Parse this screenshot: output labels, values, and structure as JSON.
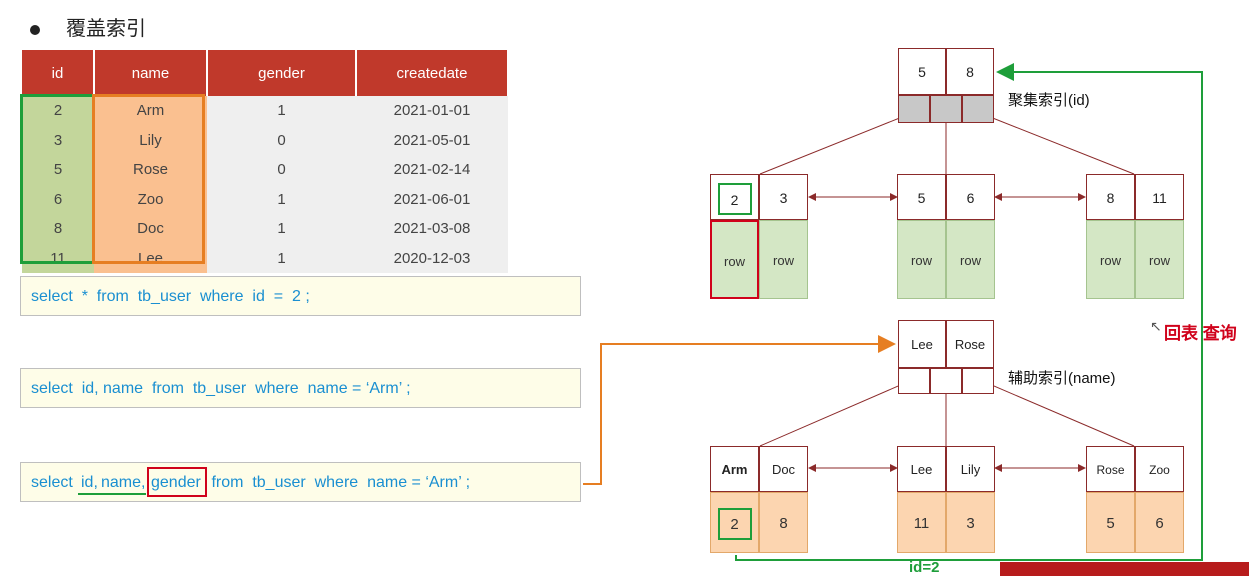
{
  "title": "覆盖索引",
  "table": {
    "headers": [
      "id",
      "name",
      "gender",
      "createdate"
    ],
    "rows": [
      [
        "2",
        "Arm",
        "1",
        "2021-01-01"
      ],
      [
        "3",
        "Lily",
        "0",
        "2021-05-01"
      ],
      [
        "5",
        "Rose",
        "0",
        "2021-02-14"
      ],
      [
        "6",
        "Zoo",
        "1",
        "2021-06-01"
      ],
      [
        "8",
        "Doc",
        "1",
        "2021-03-08"
      ],
      [
        "11",
        "Lee",
        "1",
        "2020-12-03"
      ]
    ]
  },
  "sql": {
    "q1": "select  *  from  tb_user  where  id  =  2 ;",
    "q2": "select  id, name  from  tb_user  where  name = ‘Arm’ ;",
    "q3_select": "select ",
    "q3_id": "id,",
    "q3_name": "name,",
    "q3_gender": "gender",
    "q3_rest": " from  tb_user  where  name = ‘Arm’ ;"
  },
  "clustered": {
    "label": "聚集索引(id)",
    "root": [
      "5",
      "8"
    ],
    "leaves": [
      [
        "2",
        "3"
      ],
      [
        "5",
        "6"
      ],
      [
        "8",
        "11"
      ]
    ],
    "row_label": "row"
  },
  "secondary": {
    "label": "辅助索引(name)",
    "root": [
      "Lee",
      "Rose"
    ],
    "leaves": [
      [
        "Arm",
        "Doc"
      ],
      [
        "Lee",
        "Lily"
      ],
      [
        "Rose",
        "Zoo"
      ]
    ],
    "ids": [
      [
        "2",
        "8"
      ],
      [
        "11",
        "3"
      ],
      [
        "5",
        "6"
      ]
    ]
  },
  "annotations": {
    "back_to_table": "回表 查询",
    "id_eq": "id=2"
  },
  "colors": {
    "header": "#c0392b",
    "green_highlight": "#1e9e3a",
    "orange_highlight": "#e67e22",
    "red_highlight": "#d0021b",
    "tree_border": "#8b2a2a",
    "sql_text": "#1a8fd1"
  }
}
